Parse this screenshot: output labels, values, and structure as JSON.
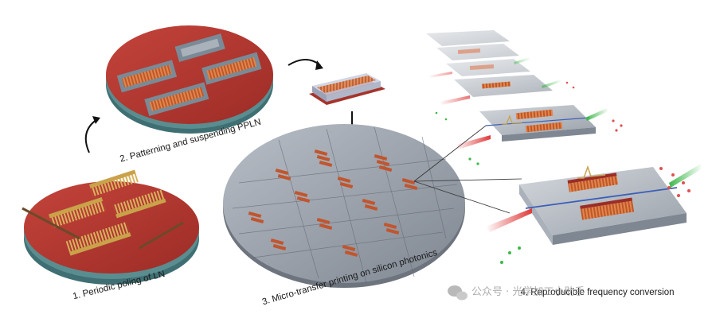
{
  "steps": [
    {
      "label": "1. Periodic poling of LN"
    },
    {
      "label": "2. Patterning and suspending PPLN"
    },
    {
      "label": "3. Micro-transfer printing on silicon photonics"
    },
    {
      "label": "4. Reproducible frequency conversion"
    }
  ],
  "watermark": {
    "text": "公众号 · 光学加工小助手"
  },
  "colors": {
    "lithium_niobate": "#b4352e",
    "wafer_edge": "#3f6f73",
    "silicon_wafer": "#9aa1aa",
    "pump_beam": "#d93a3a",
    "signal_beam": "#3cb84a",
    "waveguide": "#3d5fb8",
    "electrode_gold": "#c9a24a"
  },
  "icons": [
    "curved-arrow-icon",
    "down-arrow-icon",
    "wechat-icon"
  ]
}
